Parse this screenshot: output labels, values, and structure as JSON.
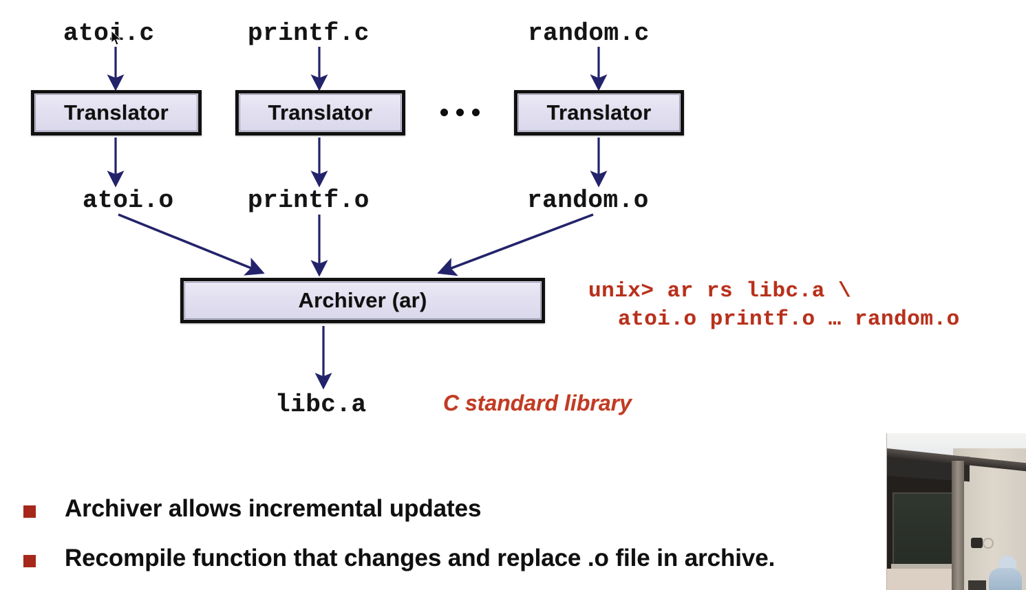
{
  "slide": {
    "background_color": "#ffffff",
    "accent_red": "#b8301b",
    "arrow_color": "#23236b",
    "box_fill": "#dcdaec",
    "box_border": "#111111",
    "bullet_marker_color": "#a5281a"
  },
  "diagram": {
    "source_files": [
      {
        "label": "atoi.c"
      },
      {
        "label": "printf.c"
      },
      {
        "label": "random.c"
      }
    ],
    "translators": [
      {
        "label": "Translator"
      },
      {
        "label": "Translator"
      },
      {
        "label": "Translator"
      }
    ],
    "ellipsis": "•••",
    "object_files": [
      {
        "label": "atoi.o"
      },
      {
        "label": "printf.o"
      },
      {
        "label": "random.o"
      }
    ],
    "archiver": {
      "label": "Archiver (ar)"
    },
    "archive_output": {
      "label": "libc.a"
    },
    "archive_annotation": "C standard library"
  },
  "command": {
    "line1": "unix> ar rs libc.a \\",
    "line2": "atoi.o printf.o … random.o"
  },
  "bullets": [
    {
      "text": "Archiver allows incremental updates"
    },
    {
      "text": "Recompile function that changes and replace .o file in archive."
    }
  ],
  "overlay": {
    "name": "webcam-video-overlay"
  },
  "cursor": {
    "name": "mouse-pointer"
  }
}
